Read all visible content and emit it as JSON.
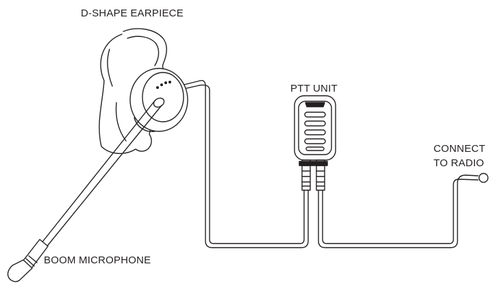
{
  "labels": {
    "earpiece": "D-SHAPE EARPIECE",
    "ptt_unit": "PTT UNIT",
    "connect_line1": "CONNECT",
    "connect_line2": "TO RADIO",
    "boom_microphone": "BOOM MICROPHONE"
  },
  "colors": {
    "stroke": "#231f20",
    "fill": "#ffffff"
  }
}
